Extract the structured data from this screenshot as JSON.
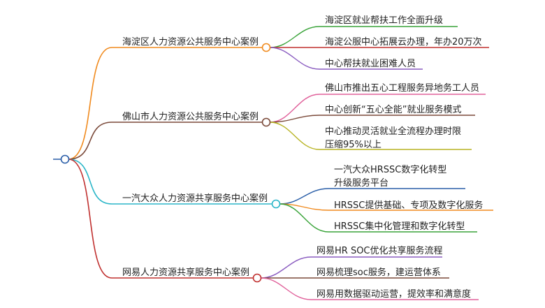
{
  "colors": {
    "root": "#2a5ea8",
    "haidian": "#f08a1e",
    "foshan": "#7b4a3a",
    "faw": "#2bb6c8",
    "netease": "#c0302f",
    "leaf_green": "#3aa43a",
    "leaf_red": "#c0302f",
    "leaf_purple": "#8a5cc0",
    "leaf_pink": "#e0609a",
    "leaf_brown": "#7b4a3a",
    "leaf_olive": "#b8b424",
    "leaf_blue": "#2a5ea8",
    "leaf_orange": "#f08a1e"
  },
  "branches": [
    {
      "label": "海淀区人力资源公共服务中心案例",
      "color_key": "haidian",
      "children": [
        {
          "text": "海淀区就业帮扶工作全面升级",
          "color_key": "leaf_green"
        },
        {
          "text": "海淀公服中心拓展云办理，年办20万次",
          "color_key": "leaf_red"
        },
        {
          "text": "中心帮扶就业困难人员",
          "color_key": "leaf_purple"
        }
      ]
    },
    {
      "label": "佛山市人力资源公共服务中心案例",
      "color_key": "foshan",
      "children": [
        {
          "text": "佛山市推出五心工程服务异地务工人员",
          "color_key": "leaf_pink"
        },
        {
          "text": "中心创新“五心全能”就业服务模式",
          "color_key": "leaf_brown"
        },
        {
          "text": "中心推动灵活就业全流程办理时限压缩95%以上",
          "color_key": "leaf_olive"
        }
      ]
    },
    {
      "label": "一汽大众人力资源共享服务中心案例",
      "color_key": "faw",
      "children": [
        {
          "text": "一汽大众HRSSC数字化转型升级服务平台",
          "color_key": "leaf_blue"
        },
        {
          "text": "HRSSC提供基础、专项及数字化服务",
          "color_key": "leaf_orange"
        },
        {
          "text": "HRSSC集中化管理和数字化转型",
          "color_key": "leaf_green"
        }
      ]
    },
    {
      "label": "网易人力资源共享服务中心案例",
      "color_key": "netease",
      "children": [
        {
          "text": "网易HR SOC优化共享服务流程",
          "color_key": "leaf_purple"
        },
        {
          "text": "网易梳理soc服务，建运营体系",
          "color_key": "leaf_brown"
        },
        {
          "text": "网易用数据驱动运营，提效率和满意度",
          "color_key": "leaf_pink"
        }
      ]
    }
  ]
}
